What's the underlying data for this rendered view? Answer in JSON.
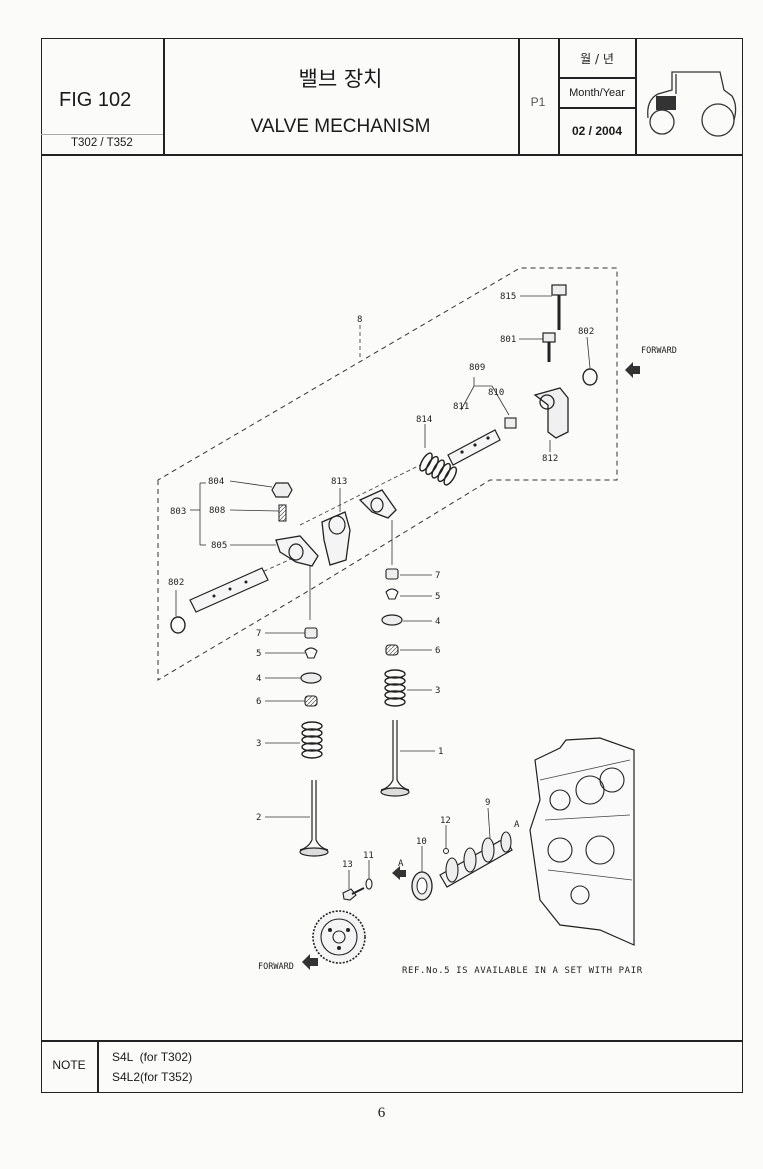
{
  "header": {
    "fig": "FIG 102",
    "models": "T302 / T352",
    "title_korean": "밸브 장치",
    "title_english": "VALVE MECHANISM",
    "page": "P1",
    "date_label_korean": "월 / 년",
    "date_label": "Month/Year",
    "date_value": "02 / 2004",
    "thumbnail_icon": "tractor-icon"
  },
  "diagram": {
    "callouts": [
      "815",
      "801",
      "802",
      "8",
      "809",
      "810",
      "811",
      "814",
      "812",
      "804",
      "813",
      "803",
      "808",
      "805",
      "802",
      "7",
      "5",
      "4",
      "6",
      "7",
      "5",
      "4",
      "6",
      "3",
      "3",
      "1",
      "2",
      "9",
      "12",
      "A",
      "10",
      "11",
      "13",
      "A"
    ],
    "forward_labels": [
      "FORWARD",
      "FORWARD"
    ],
    "note_text": "REF.No.5 IS AVAILABLE IN A SET WITH PAIR"
  },
  "footer": {
    "note_label": "NOTE",
    "note_lines": [
      "S4L  (for T302)",
      "S4L2(for T352)"
    ],
    "page_number": "6"
  }
}
